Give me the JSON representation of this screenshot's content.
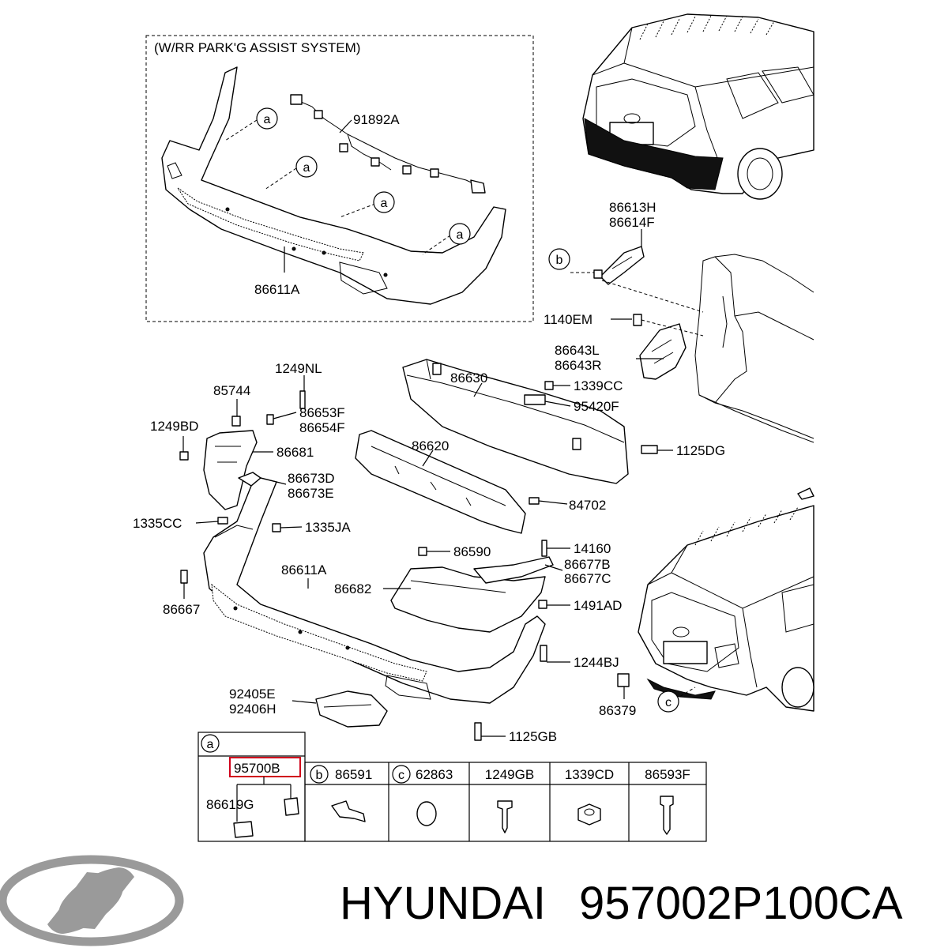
{
  "inset": {
    "title": "(W/RR PARK'G ASSIST SYSTEM)",
    "callout_markers": [
      "a",
      "a",
      "a",
      "a"
    ],
    "labels": {
      "harness": "91892A",
      "bumper": "86611A"
    }
  },
  "labels": {
    "p86613H": "86613H",
    "p86614F": "86614F",
    "p1140EM": "1140EM",
    "p86643L": "86643L",
    "p86643R": "86643R",
    "p1249NL": "1249NL",
    "p85744": "85744",
    "p86630": "86630",
    "p1339CC": "1339CC",
    "p95420F": "95420F",
    "p86653F": "86653F",
    "p86654F": "86654F",
    "p1249BD": "1249BD",
    "p86681": "86681",
    "p86620": "86620",
    "p1125DG": "1125DG",
    "p86673D": "86673D",
    "p86673E": "86673E",
    "p84702": "84702",
    "p1335CC": "1335CC",
    "p1335JA": "1335JA",
    "p86590": "86590",
    "p14160": "14160",
    "p86611A": "86611A",
    "p86677B": "86677B",
    "p86677C": "86677C",
    "p86682": "86682",
    "p86667": "86667",
    "p1491AD": "1491AD",
    "p1244BJ": "1244BJ",
    "p86379": "86379",
    "p92405E": "92405E",
    "p92406H": "92406H",
    "p1125GB": "1125GB"
  },
  "markers": {
    "b": "b",
    "c": "c"
  },
  "legend": {
    "marker_a": "a",
    "sensor_part": "95700B",
    "sensor_holder": "86619G",
    "columns": [
      {
        "marker": "b",
        "part": "86591"
      },
      {
        "marker": "c",
        "part": "62863"
      },
      {
        "marker": "",
        "part": "1249GB"
      },
      {
        "marker": "",
        "part": "1339CD"
      },
      {
        "marker": "",
        "part": "86593F"
      }
    ]
  },
  "footer": {
    "brand": "HYUNDAI",
    "part_number": "957002P100CA",
    "logo_icon": "hyundai-logo-icon"
  },
  "colors": {
    "highlight": "#d0021b",
    "logo": "#9a9a9a"
  }
}
